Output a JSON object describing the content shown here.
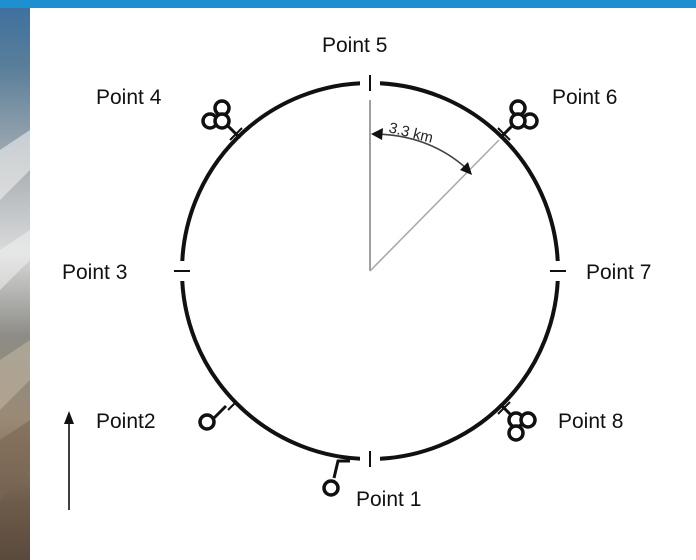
{
  "diagram": {
    "points": [
      {
        "id": "p1",
        "label": "Point 1"
      },
      {
        "id": "p2",
        "label": "Point2"
      },
      {
        "id": "p3",
        "label": "Point 3"
      },
      {
        "id": "p4",
        "label": "Point 4"
      },
      {
        "id": "p5",
        "label": "Point 5"
      },
      {
        "id": "p6",
        "label": "Point 6"
      },
      {
        "id": "p7",
        "label": "Point 7"
      },
      {
        "id": "p8",
        "label": "Point 8"
      }
    ],
    "radius_label": "3.3 km"
  },
  "colors": {
    "background_accent": "#1e8fd0",
    "panel": "#ffffff",
    "ring": "#111111",
    "radius_line": "#888888"
  }
}
